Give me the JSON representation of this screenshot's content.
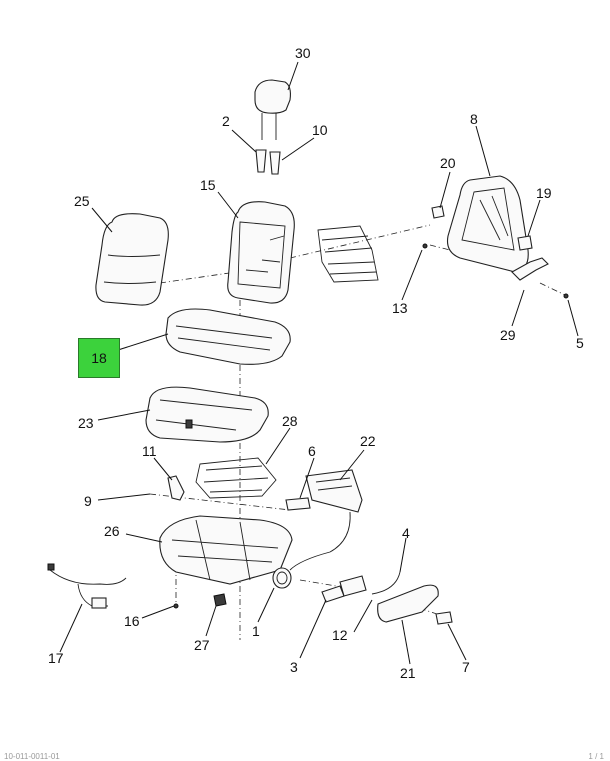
{
  "diagram": {
    "highlighted_callout": "18",
    "highlight_color": "#3cd23c",
    "callouts": {
      "c1": "1",
      "c2": "2",
      "c3": "3",
      "c4": "4",
      "c5": "5",
      "c6": "6",
      "c7": "7",
      "c8": "8",
      "c9": "9",
      "c10": "10",
      "c11": "11",
      "c12": "12",
      "c13": "13",
      "c15": "15",
      "c16": "16",
      "c17": "17",
      "c18": "18",
      "c19": "19",
      "c20": "20",
      "c21": "21",
      "c22": "22",
      "c23": "23",
      "c25": "25",
      "c26": "26",
      "c27": "27",
      "c28": "28",
      "c29": "29",
      "c30": "30"
    }
  },
  "footer": {
    "left": "10-011-0011-01",
    "right": "1 / 1"
  }
}
